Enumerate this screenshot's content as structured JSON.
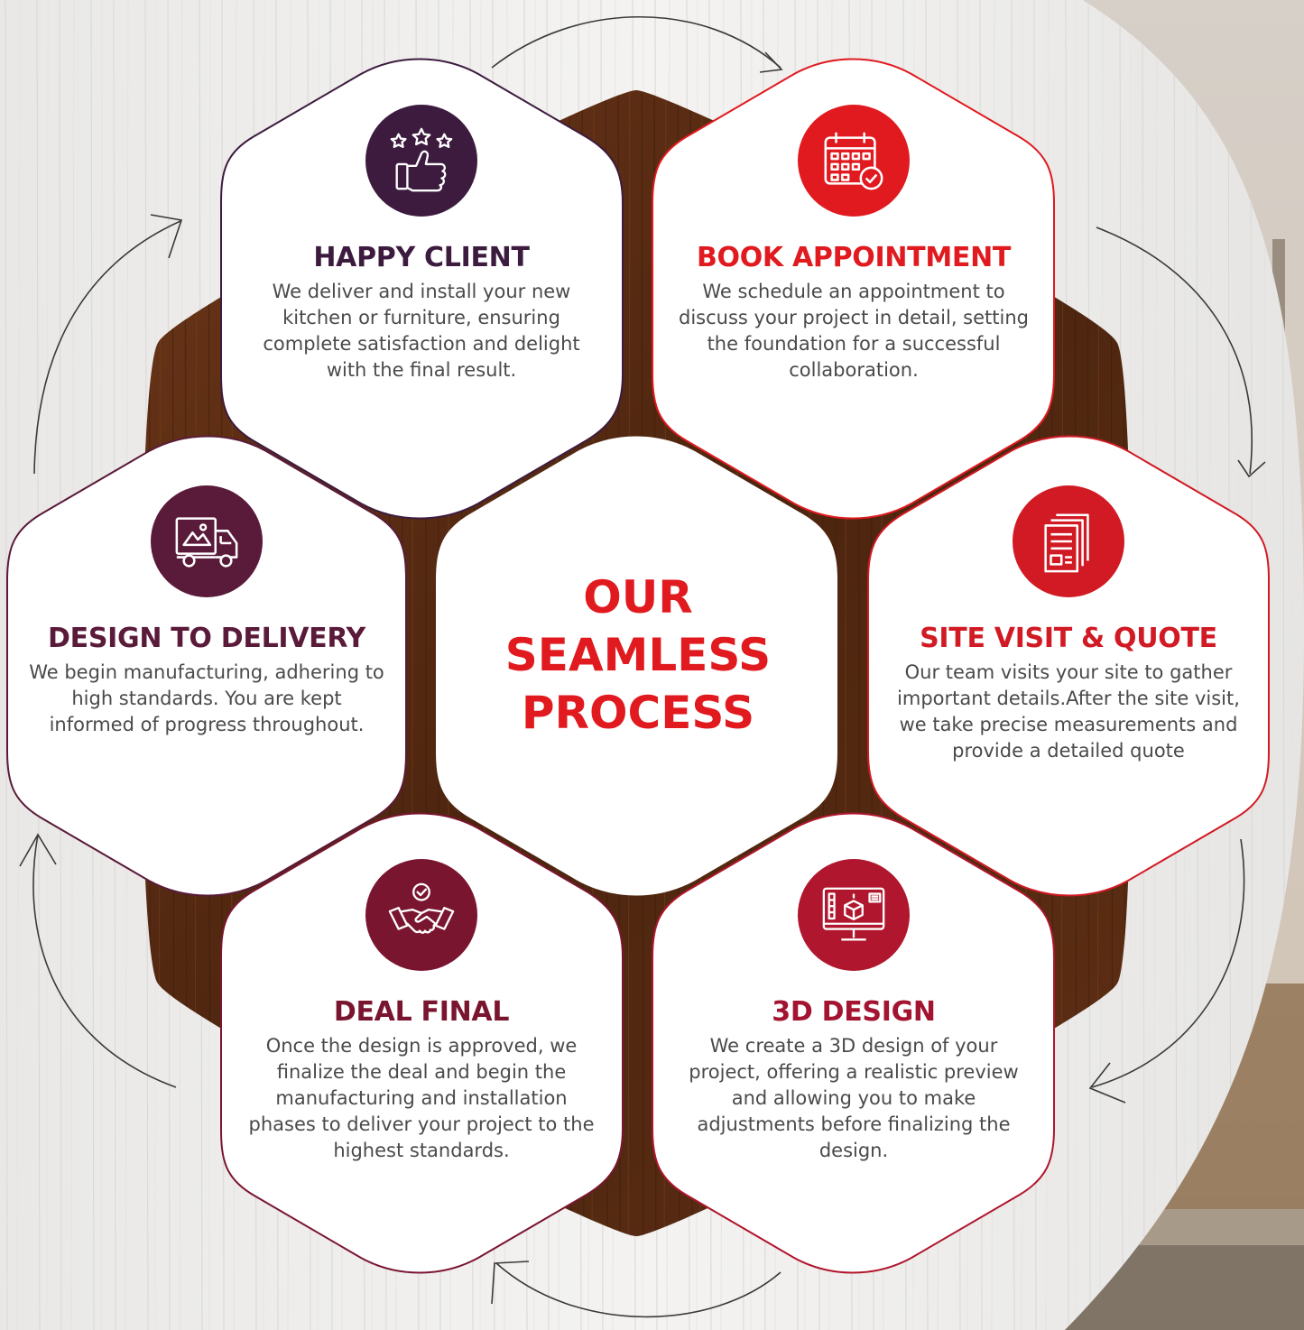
{
  "colors": {
    "purple": "#3d1b3f",
    "maroon": "#7a1530",
    "red": "#e01a1f",
    "wood": "#5a2c14",
    "text": "#4a4a4a"
  },
  "center": {
    "lines": [
      "OUR",
      "SEAMLESS",
      "PROCESS"
    ]
  },
  "steps": {
    "happy_client": {
      "title": "HAPPY CLIENT",
      "description": "We deliver and install your new kitchen or furniture, ensuring complete satisfaction and delight with the final result.",
      "icon": "thumbs-up-stars-icon"
    },
    "book_appointment": {
      "title": "BOOK APPOINTMENT",
      "description": "We schedule an appointment to discuss your project in detail, setting the foundation for a successful collaboration.",
      "icon": "calendar-check-icon"
    },
    "site_visit": {
      "title": "SITE VISIT & QUOTE",
      "description": "Our team visits your site to gather important details.After the site visit, we take precise measurements and provide a detailed quote",
      "icon": "documents-icon"
    },
    "design_3d": {
      "title": "3D DESIGN",
      "description": "We create a 3D design of your project, offering a realistic preview and allowing you to make adjustments before finalizing the design.",
      "icon": "monitor-cube-icon"
    },
    "deal_final": {
      "title": "DEAL FINAL",
      "description": "Once the design is approved, we finalize the deal and begin the manufacturing and installation phases to deliver your project to the highest standards.",
      "icon": "handshake-icon"
    },
    "design_delivery": {
      "title": "DESIGN TO DELIVERY",
      "description": "We begin manufacturing, adhering to high standards. You are kept informed of progress throughout.",
      "icon": "delivery-truck-icon"
    }
  }
}
